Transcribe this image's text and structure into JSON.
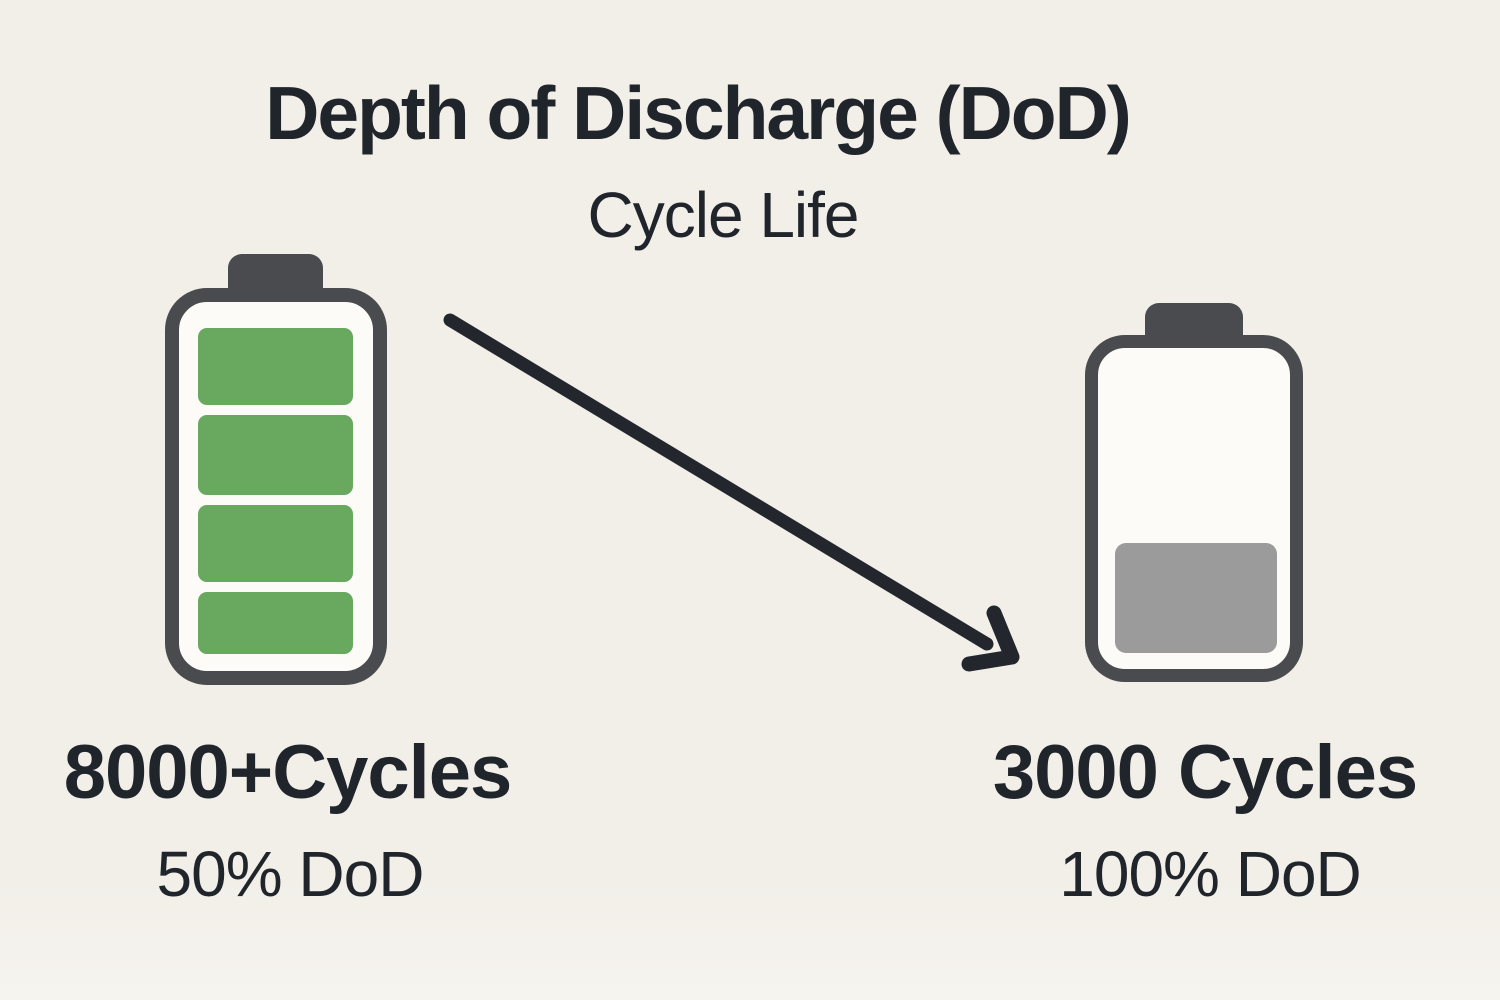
{
  "title": "Depth of Discharge (DoD)",
  "subtitle": "Cycle Life",
  "left_battery": {
    "label": "8000+Cycles",
    "sublabel": "50% DoD",
    "charge_level": "full",
    "segment_heights": [
      77,
      80,
      77,
      62
    ]
  },
  "right_battery": {
    "label": "3000 Cycles",
    "sublabel": "100% DoD",
    "charge_level": "low",
    "segment_heights": [
      110
    ]
  },
  "arrow": {
    "direction": "down-right"
  },
  "colors": {
    "background": "#f2efe9",
    "text": "#20242b",
    "battery-outline": "#4a4b4e",
    "battery-inner": "#fcfbf7",
    "green-fill": "#68a85f",
    "gray-fill": "#9b9b9b",
    "arrow": "#23262c"
  }
}
